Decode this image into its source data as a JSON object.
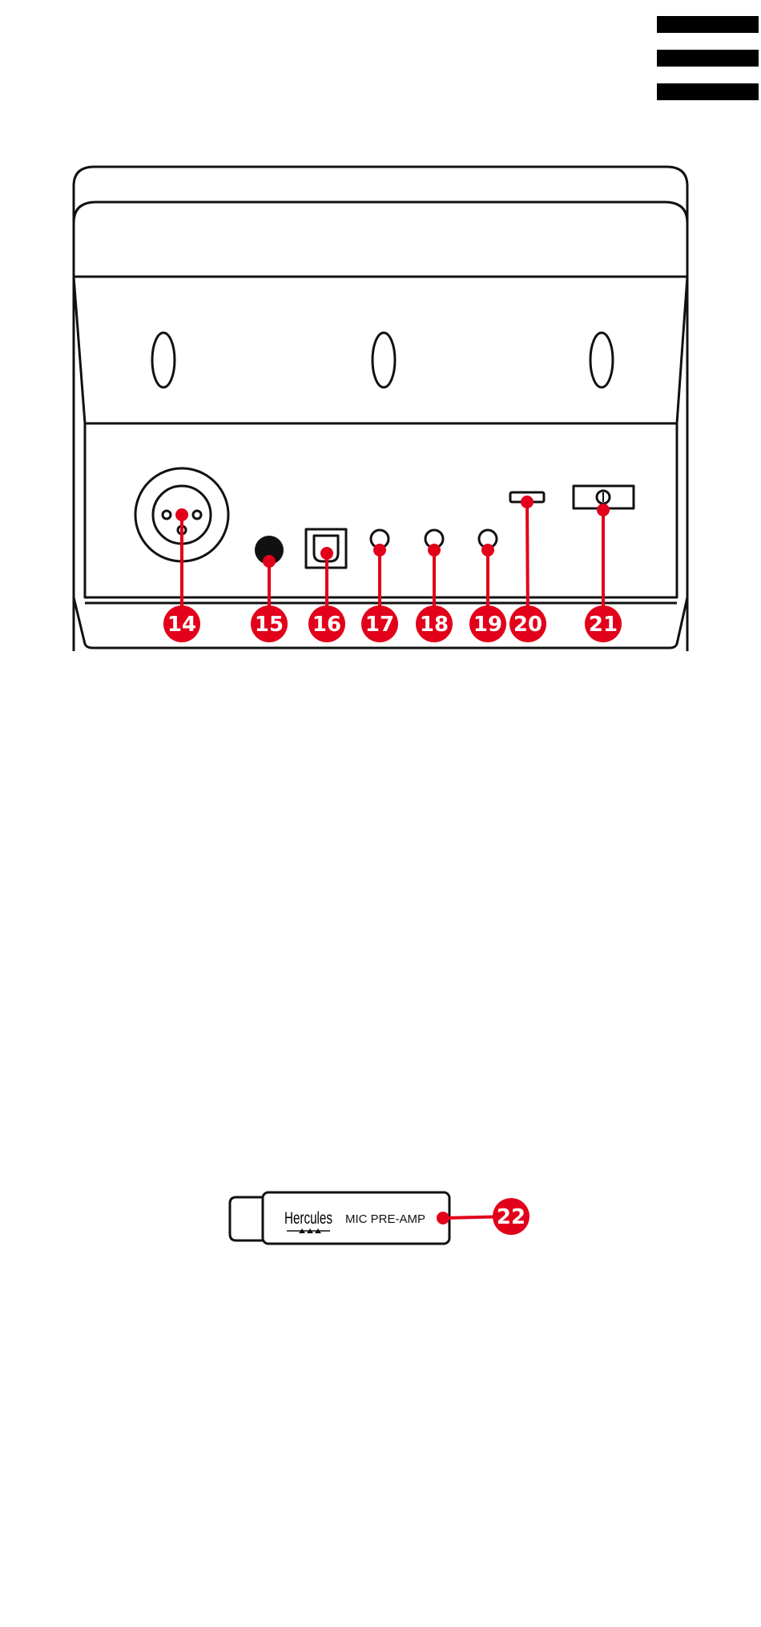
{
  "menu": {
    "icon": "hamburger-menu-icon"
  },
  "callouts": [
    {
      "number": "14",
      "target": "xlr-combo-jack"
    },
    {
      "number": "15",
      "target": "round-jack"
    },
    {
      "number": "16",
      "target": "optical-port"
    },
    {
      "number": "17",
      "target": "mini-jack-1"
    },
    {
      "number": "18",
      "target": "mini-jack-2"
    },
    {
      "number": "19",
      "target": "mini-jack-3"
    },
    {
      "number": "20",
      "target": "usb-port"
    },
    {
      "number": "21",
      "target": "power-switch"
    },
    {
      "number": "22",
      "target": "mic-preamp-dongle"
    }
  ],
  "dongle": {
    "brand": "Hercules",
    "label": "MIC PRE-AMP"
  },
  "colors": {
    "accent": "#e2001a",
    "line": "#111111",
    "background": "#ffffff"
  }
}
